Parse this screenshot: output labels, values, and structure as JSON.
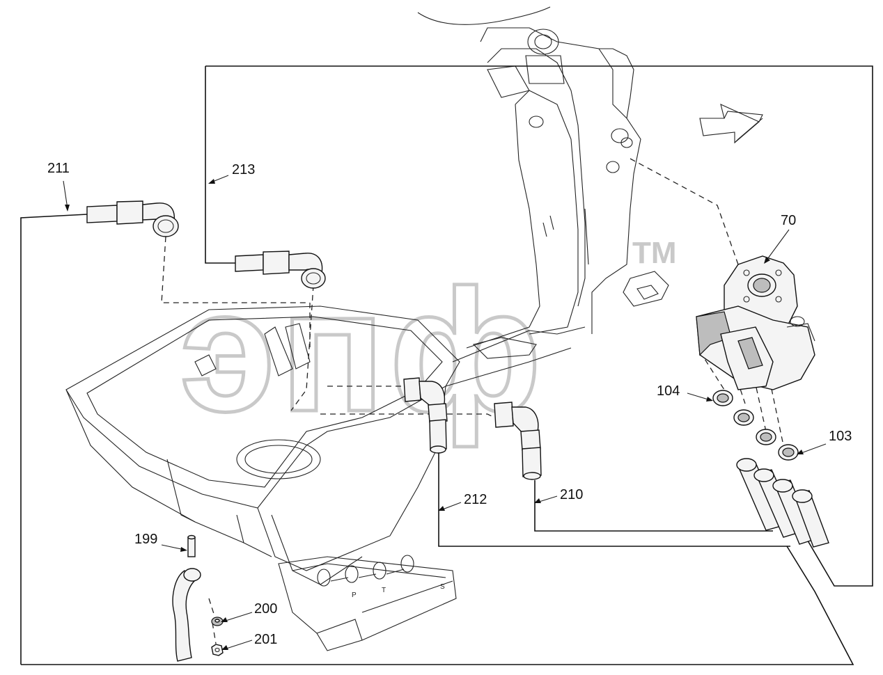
{
  "watermark": {
    "text": "эпф",
    "trademark": "TM"
  },
  "callouts": {
    "c70": "70",
    "c103": "103",
    "c104": "104",
    "c199": "199",
    "c200": "200",
    "c201": "201",
    "c210": "210",
    "c211": "211",
    "c212": "212",
    "c213": "213"
  },
  "stamp_letters": {
    "a": "P",
    "b": "T",
    "c": "S"
  }
}
